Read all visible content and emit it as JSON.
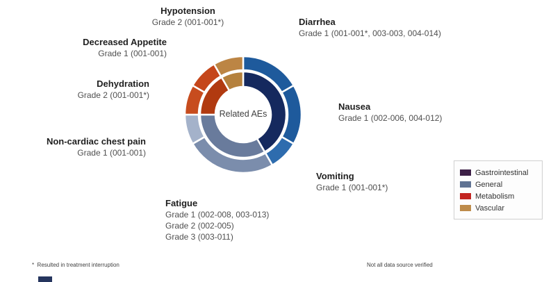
{
  "chart_data": {
    "type": "sunburst",
    "center_label": "Related AEs",
    "degrees_per_unit": 30,
    "segments": [
      {
        "name": "Diarrhea",
        "category": "Gastrointestinal",
        "units": 2,
        "color": "#1e5a9c",
        "grades": [
          "Grade 1 (001-001*, 003-003, 004-014)"
        ]
      },
      {
        "name": "Nausea",
        "category": "Gastrointestinal",
        "units": 2,
        "color": "#1e5a9c",
        "grades": [
          "Grade 1 (002-006, 004-012)"
        ]
      },
      {
        "name": "Vomiting",
        "category": "Gastrointestinal",
        "units": 1,
        "color": "#2e6cae",
        "grades": [
          "Grade 1 (001-001*)"
        ]
      },
      {
        "name": "Fatigue",
        "category": "General",
        "units": 3,
        "color": "#7b8dac",
        "grades": [
          "Grade 1 (002-008, 003-013)",
          "Grade 2 (002-005)",
          "Grade 3 (003-011)"
        ]
      },
      {
        "name": "Non-cardiac chest pain",
        "category": "General",
        "units": 1,
        "color": "#a4b2ca",
        "grades": [
          "Grade 1 (001-001)"
        ]
      },
      {
        "name": "Dehydration",
        "category": "Metabolism",
        "units": 1,
        "color": "#c74c1e",
        "grades": [
          "Grade 2 (001-001*)"
        ]
      },
      {
        "name": "Decreased Appetite",
        "category": "Metabolism",
        "units": 1,
        "color": "#c5461a",
        "grades": [
          "Grade 1 (001-001)"
        ]
      },
      {
        "name": "Hypotension",
        "category": "Vascular",
        "units": 1,
        "color": "#bc8544",
        "grades": [
          "Grade 2 (001-001*)"
        ]
      }
    ],
    "inner_ring_colors": {
      "Gastrointestinal": "#15295e",
      "General": "#697b9c",
      "Metabolism": "#b13a10",
      "Vascular": "#b5813d"
    },
    "geometry": {
      "hole_radius": 40,
      "inner_ring_outer_radius": 62,
      "outer_ring_inner_radius": 64,
      "outer_ring_outer_radius": 84
    }
  },
  "legend": {
    "items": [
      {
        "label": "Gastrointestinal",
        "color": "#3c1f46"
      },
      {
        "label": "General",
        "color": "#5f7292"
      },
      {
        "label": "Metabolism",
        "color": "#c32421"
      },
      {
        "label": "Vascular",
        "color": "#bd8b4a"
      }
    ]
  },
  "footnotes": {
    "left": "*  Resulted in treatment interruption",
    "right": "Not all data source verified"
  }
}
